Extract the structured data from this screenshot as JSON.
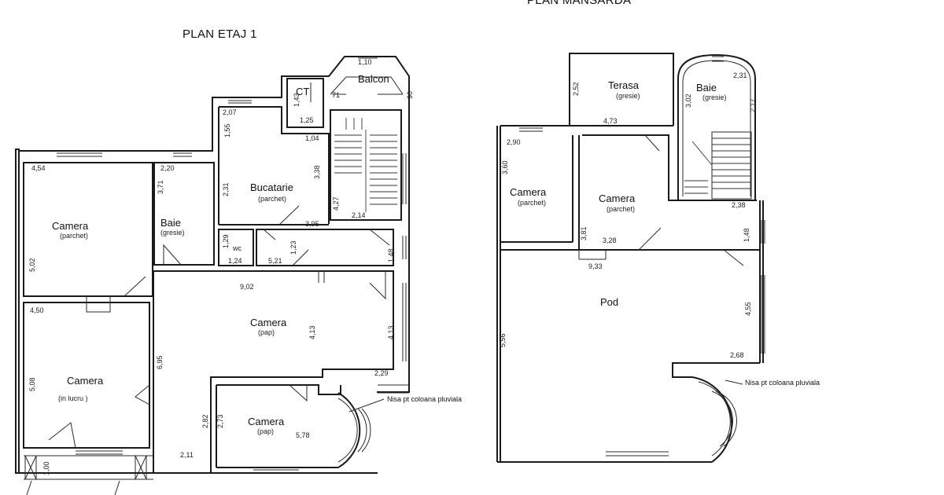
{
  "floor1": {
    "title": "PLAN ETAJ 1",
    "rooms": {
      "camera_parchet": {
        "name": "Camera",
        "finish": "(parchet)"
      },
      "baie": {
        "name": "Baie",
        "finish": "(gresie)"
      },
      "bucatarie": {
        "name": "Bucatarie",
        "finish": "(parchet)"
      },
      "ct": {
        "name": "CT"
      },
      "balcon": {
        "name": "Balcon"
      },
      "wc": {
        "name": "wc"
      },
      "camera_pap_big": {
        "name": "Camera",
        "finish": "(pap)"
      },
      "camera_lucru": {
        "name": "Camera",
        "finish": "(in lucru )"
      },
      "camera_pap_small": {
        "name": "Camera",
        "finish": "(pap)"
      }
    },
    "dims": {
      "d454": "4,54",
      "d220": "2,20",
      "d371": "3,71",
      "d502": "5,02",
      "d450": "4,50",
      "d508": "5,08",
      "d695": "6,95",
      "d100": "1,00",
      "d211": "2,11",
      "d282": "2,82",
      "d273": "2,73",
      "d578": "5,78",
      "d229": "2,29",
      "d413a": "4,13",
      "d413b": "4,13",
      "d902": "9,02",
      "d129": "1,29",
      "d124": "1,24",
      "d521": "5,21",
      "d123": "1,23",
      "d148": "1,48",
      "d395": "3,95",
      "d214": "2,14",
      "d427": "4,27",
      "d338": "3,38",
      "d231": "2,31",
      "d155": "1,55",
      "d207": "2,07",
      "d104": "1,04",
      "d125": "1,25",
      "d143": "1,43",
      "d71": "71",
      "d110": "1,10",
      "d90": "90"
    },
    "note": "Nisa pt coloana pluviala"
  },
  "attic": {
    "title": "PLAN MANSARDA",
    "rooms": {
      "terasa": {
        "name": "Terasa",
        "finish": "(gresie)"
      },
      "baie": {
        "name": "Baie",
        "finish": "(gresie)"
      },
      "camera_left": {
        "name": "Camera",
        "finish": "(parchet)"
      },
      "camera_mid": {
        "name": "Camera",
        "finish": "(parchet)"
      },
      "pod": {
        "name": "Pod"
      }
    },
    "dims": {
      "d252": "2,52",
      "d473": "4,73",
      "d302": "3,02",
      "d231": "2,31",
      "d217": "2,17",
      "d290": "2,90",
      "d360": "3,60",
      "d381": "3,81",
      "d328": "3,28",
      "d238": "2,38",
      "d148": "1,48",
      "d933": "9,33",
      "d455": "4,55",
      "d268": "2,68",
      "d556": "5,56"
    },
    "note": "Nisa pt coloana pluviala"
  }
}
